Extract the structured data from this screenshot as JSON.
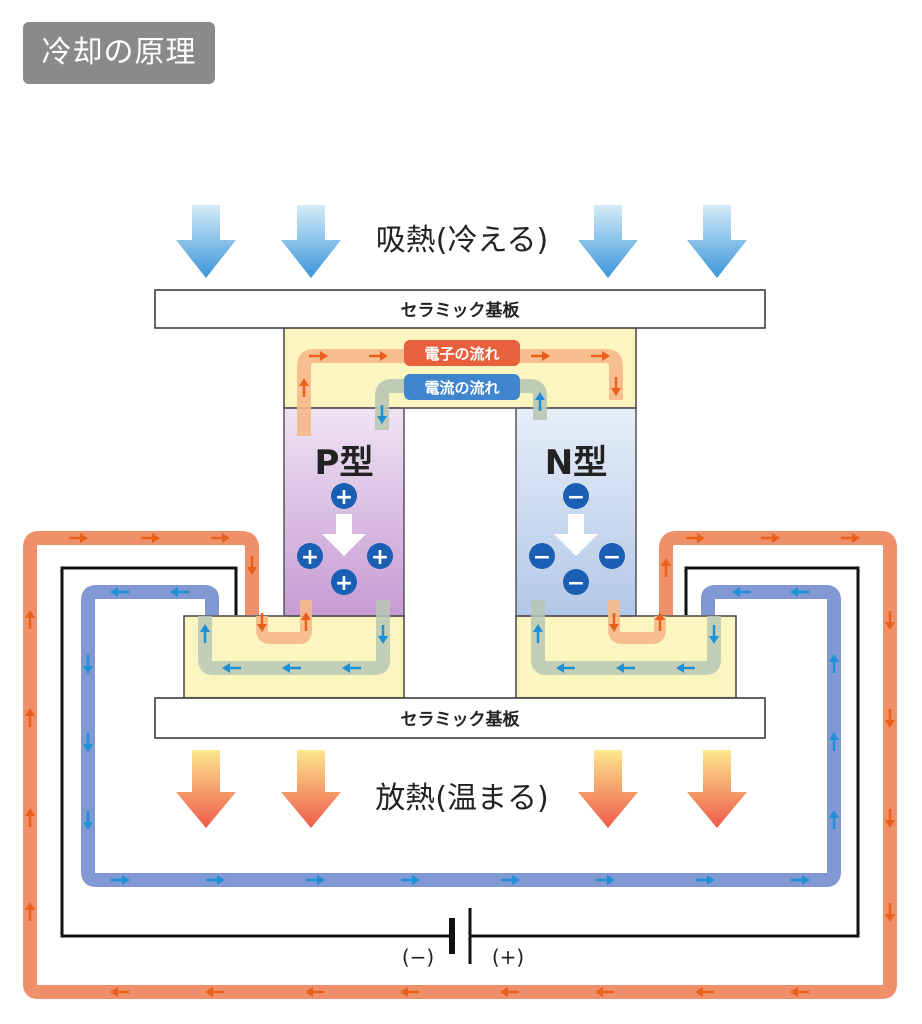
{
  "title": "冷却の原理",
  "labels": {
    "top_plate": "セラミック基板",
    "bottom_plate": "セラミック基板",
    "heat_absorb": "吸熱(冷える)",
    "heat_release": "放熱(温まる)",
    "p_type": "P型",
    "n_type": "N型",
    "electron_flow": "電子の流れ",
    "current_flow": "電流の流れ",
    "minus_terminal": "(−)",
    "plus_terminal": "(+)"
  },
  "charges": {
    "p": "+",
    "n": "−"
  },
  "colors": {
    "electron": "#f08a5d",
    "electron_arrow": "#e8601c",
    "current": "#7f95d1",
    "current_arrow": "#1f8fd6",
    "p_type": "#c9a0d6",
    "n_type": "#b8cbe8",
    "electrode": "#fbf6c0",
    "charge_circle": "#1a5fb4",
    "electron_pill": "#e8603c",
    "current_pill": "#3f86cf"
  }
}
